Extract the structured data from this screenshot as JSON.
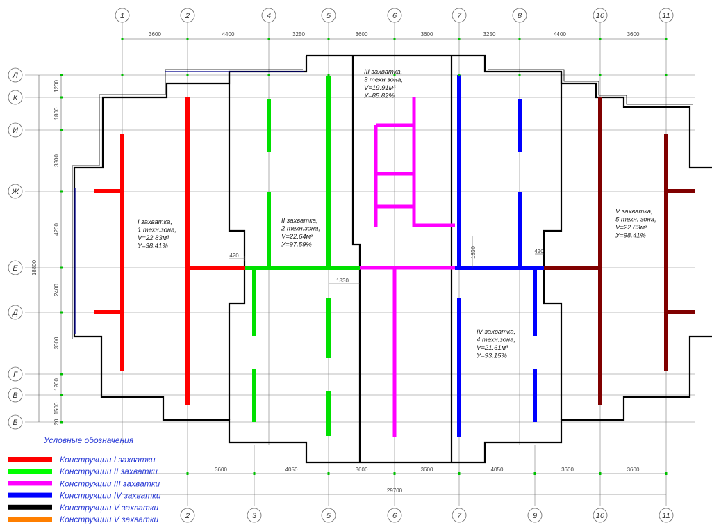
{
  "axes_numeric_top": [
    "1",
    "2",
    "4",
    "5",
    "6",
    "7",
    "8",
    "10",
    "11"
  ],
  "axes_numeric_bottom": [
    "2",
    "3",
    "5",
    "6",
    "7",
    "9",
    "10",
    "11"
  ],
  "axes_letter": [
    "Л",
    "К",
    "И",
    "Ж",
    "Е",
    "Д",
    "Г",
    "В",
    "Б"
  ],
  "dims_top": [
    "3600",
    "4400",
    "3250",
    "3600",
    "3600",
    "3250",
    "4400",
    "3600"
  ],
  "dims_bottom": [
    "3600",
    "4050",
    "3600",
    "3600",
    "4050",
    "3600",
    "3600"
  ],
  "dim_total_bottom": "29700",
  "dims_left": [
    "1200",
    "1800",
    "3300",
    "4200",
    "2400",
    "3300",
    "1200",
    "1500",
    "20"
  ],
  "dim_total_left": "18800",
  "dims_inner": [
    "420",
    "1830",
    "1820",
    "420"
  ],
  "zones": [
    {
      "lines": [
        "I   захватка,",
        "1  техн.зона,",
        "V=22.83м³",
        "У=98.41%"
      ]
    },
    {
      "lines": [
        "II  захватка,",
        "2  техн.зона,",
        "V=22.64м³",
        "У=97.59%"
      ]
    },
    {
      "lines": [
        "III  захватка,",
        "3  техн.зона,",
        "V=19.91м³",
        "У=85.82%"
      ]
    },
    {
      "lines": [
        "IV  захватка,",
        "4  техн.зона,",
        "V=21.61м³",
        "У=93.15%"
      ]
    },
    {
      "lines": [
        "V  захватка,",
        "5  техн.  зона,",
        "V=22.83м³",
        "У=98.41%"
      ]
    }
  ],
  "legend": {
    "title": "Условные  обозначения",
    "items": [
      {
        "label": "Конструкции  I  захватки",
        "color": "#ff0000"
      },
      {
        "label": "Конструкции  II  захватки",
        "color": "#00ff00"
      },
      {
        "label": "Конструкции  III  захватки",
        "color": "#ff00ff"
      },
      {
        "label": "Конструкции  IV  захватки",
        "color": "#0000ff"
      },
      {
        "label": "Конструкции  V  захватки",
        "color": "#000000"
      },
      {
        "label": "Конструкции  V  захватки",
        "color": "#ff7f00"
      }
    ]
  },
  "colors": {
    "zone1": "#ff0000",
    "zone2": "#00e000",
    "zone3": "#ff00ff",
    "zone4": "#0000ff",
    "zone5": "#800000",
    "wall": "#000000",
    "grid": "#7a7a7a",
    "axis_mark": "#00c000"
  }
}
